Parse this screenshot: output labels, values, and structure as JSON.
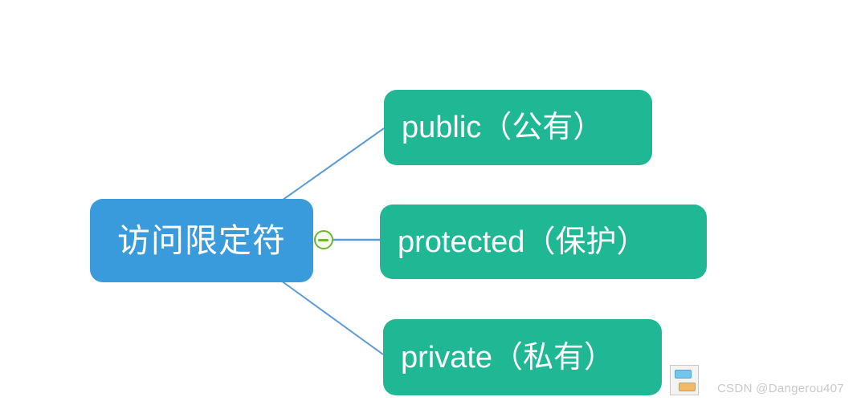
{
  "diagram": {
    "type": "mind-map",
    "background_color": "#ffffff",
    "root": {
      "label": "访问限定符",
      "color": "#3a9bdc",
      "text_color": "#ffffff"
    },
    "children": [
      {
        "label": "public（公有）",
        "color": "#20b894",
        "text_color": "#ffffff"
      },
      {
        "label": "protected（保护）",
        "color": "#20b894",
        "text_color": "#ffffff"
      },
      {
        "label": "private（私有）",
        "color": "#20b894",
        "text_color": "#ffffff"
      }
    ],
    "edge_color": "#5b9bd5",
    "toggle": {
      "icon": "minus-circle-icon",
      "state": "expanded",
      "ring_color": "#6ab82e"
    }
  },
  "corner_icon": {
    "icon": "layout-card-icon",
    "blue_color": "#73c5ea",
    "orange_color": "#f2b969"
  },
  "watermark": {
    "text": "CSDN @Dangerou407",
    "color": "#c9c9c9"
  }
}
